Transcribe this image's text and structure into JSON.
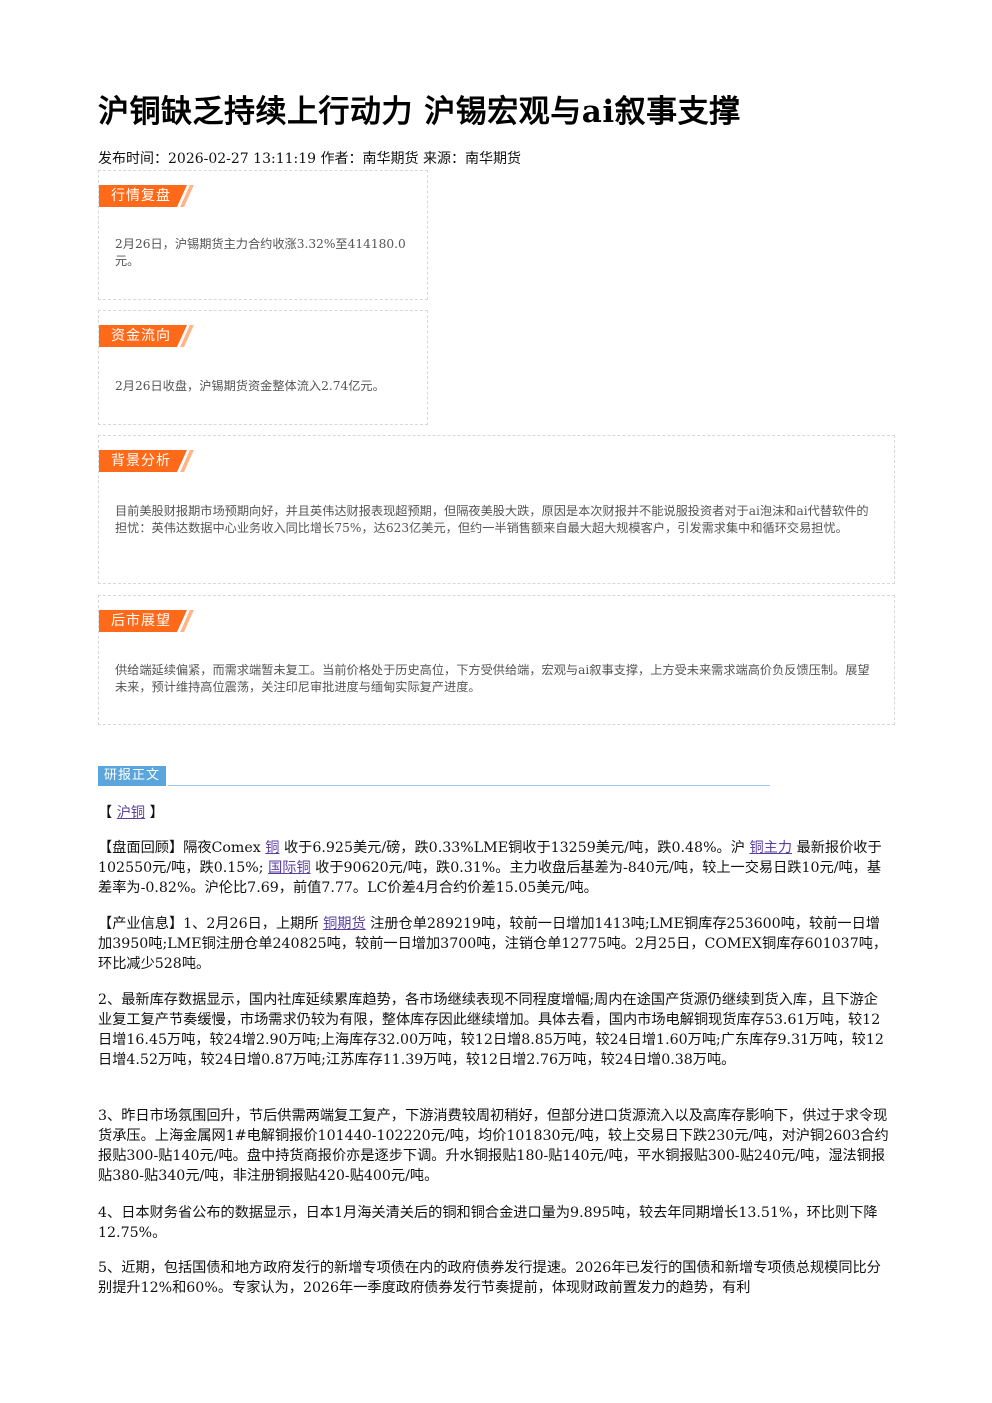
{
  "article": {
    "title": "沪铜缺乏持续上行动力 沪锡宏观与ai叙事支撑",
    "meta": "发布时间：2026-02-27 13:11:19 作者：南华期货 来源：南华期货"
  },
  "cards": {
    "market_review": {
      "tag": "行情复盘",
      "text": "2月26日，沪锡期货主力合约收涨3.32%至414180.0元。"
    },
    "fund_flow": {
      "tag": "资金流向",
      "text": "2月26日收盘，沪锡期货资金整体流入2.74亿元。"
    },
    "background": {
      "tag": "背景分析",
      "text": "目前美股财报期市场预期向好，并且英伟达财报表现超预期，但隔夜美股大跌，原因是本次财报并不能说服投资者对于ai泡沫和ai代替软件的担忧：英伟达数据中心业务收入同比增长75%，达623亿美元，但约一半销售额来自最大超大规模客户，引发需求集中和循环交易担忧。"
    },
    "outlook": {
      "tag": "后市展望",
      "text": "供给端延续偏紧，而需求端暂未复工。当前价格处于历史高位，下方受供给端，宏观与ai叙事支撑，上方受未来需求端高价负反馈压制。展望未来，预计维持高位震荡，关注印尼审批进度与缅甸实际复产进度。"
    }
  },
  "report": {
    "tag": "研报正文",
    "section": {
      "open": "【 ",
      "link": "沪铜",
      "close": " 】"
    },
    "p1": {
      "a": "【盘面回顾】隔夜Comex ",
      "link1": "铜",
      "b": " 收于6.925美元/磅，跌0.33%LME铜收于13259美元/吨，跌0.48%。沪 ",
      "link2": "铜主力",
      "c": " 最新报价收于102550元/吨，跌0.15%; ",
      "link3": "国际铜",
      "d": " 收于90620元/吨，跌0.31%。主力收盘后基差为-840元/吨，较上一交易日跌10元/吨，基差率为-0.82%。沪伦比7.69，前值7.77。LC价差4月合约价差15.05美元/吨。"
    },
    "p2": {
      "a": "【产业信息】1、2月26日，上期所 ",
      "link1": "铜期货",
      "b": " 注册仓单289219吨，较前一日增加1413吨;LME铜库存253600吨，较前一日增加3950吨;LME铜注册仓单240825吨，较前一日增加3700吨，注销仓单12775吨。2月25日，COMEX铜库存601037吨，环比减少528吨。"
    },
    "p3": "2、最新库存数据显示，国内社库延续累库趋势，各市场继续表现不同程度增幅;周内在途国产货源仍继续到货入库，且下游企业复工复产节奏缓慢，市场需求仍较为有限，整体库存因此继续增加。具体去看，国内市场电解铜现货库存53.61万吨，较12日增16.45万吨，较24增2.90万吨;上海库存32.00万吨，较12日增8.85万吨，较24日增1.60万吨;广东库存9.31万吨，较12日增4.52万吨，较24日增0.87万吨;江苏库存11.39万吨，较12日增2.76万吨，较24日增0.38万吨。",
    "p4": "3、昨日市场氛围回升，节后供需两端复工复产，下游消费较周初稍好，但部分进口货源流入以及高库存影响下，供过于求令现货承压。上海金属网1#电解铜报价101440-102220元/吨，均价101830元/吨，较上交易日下跌230元/吨，对沪铜2603合约报贴300-贴140元/吨。盘中持货商报价亦是逐步下调。升水铜报贴180-贴140元/吨，平水铜报贴300-贴240元/吨，湿法铜报贴380-贴340元/吨，非注册铜报贴420-贴400元/吨。",
    "p5": "4、日本财务省公布的数据显示，日本1月海关清关后的铜和铜合金进口量为9.895吨，较去年同期增长13.51%，环比则下降12.75%。",
    "p6": "5、近期，包括国债和地方政府发行的新增专项债在内的政府债券发行提速。2026年已发行的国债和新增专项债总规模同比分别提升12%和60%。专家认为，2026年一季度政府债券发行节奏提前，体现财政前置发力的趋势，有利"
  },
  "colors": {
    "tag_orange": "#ff6a1a",
    "tag_blue": "#5aa6dc",
    "link_purple": "#5a3fa0"
  }
}
